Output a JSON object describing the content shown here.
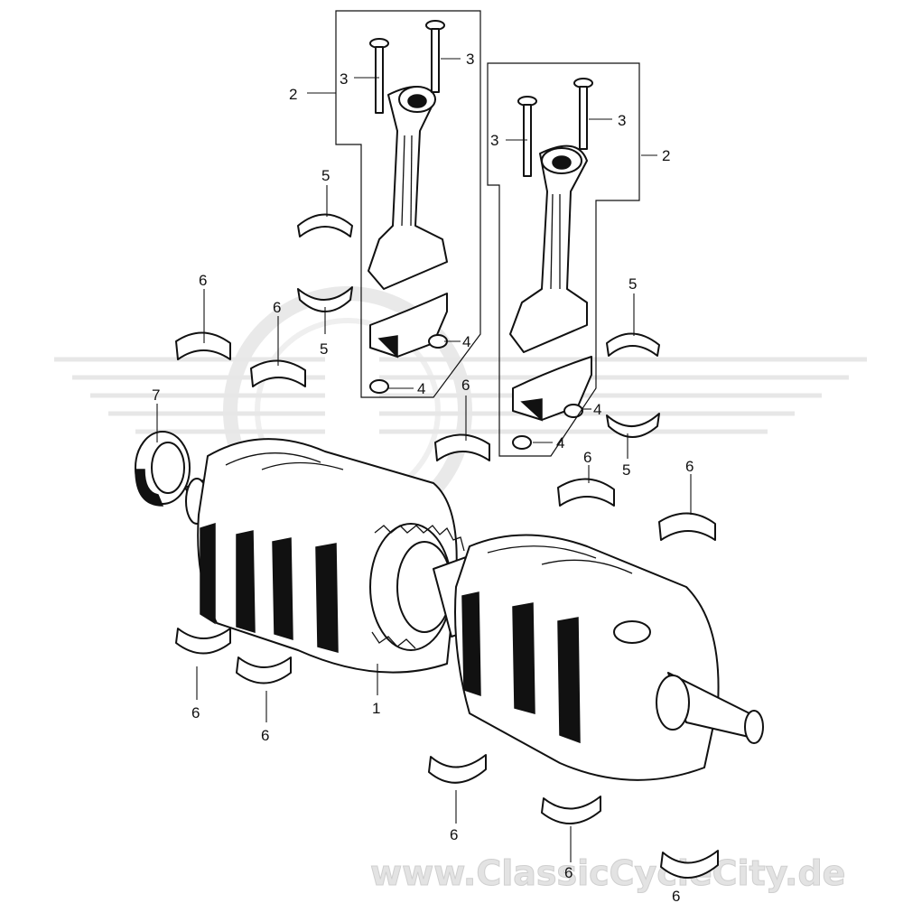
{
  "watermark": {
    "text": "www.ClassicCycleCity.de",
    "logo": "winged-wheel-logo"
  },
  "callouts": [
    {
      "id": "c1",
      "label": "1"
    },
    {
      "id": "c2a",
      "label": "2"
    },
    {
      "id": "c2b",
      "label": "2"
    },
    {
      "id": "c3a",
      "label": "3"
    },
    {
      "id": "c3b",
      "label": "3"
    },
    {
      "id": "c3c",
      "label": "3"
    },
    {
      "id": "c3d",
      "label": "3"
    },
    {
      "id": "c4a",
      "label": "4"
    },
    {
      "id": "c4b",
      "label": "4"
    },
    {
      "id": "c4c",
      "label": "4"
    },
    {
      "id": "c4d",
      "label": "4"
    },
    {
      "id": "c5a",
      "label": "5"
    },
    {
      "id": "c5b",
      "label": "5"
    },
    {
      "id": "c5c",
      "label": "5"
    },
    {
      "id": "c5d",
      "label": "5"
    },
    {
      "id": "c6a",
      "label": "6"
    },
    {
      "id": "c6b",
      "label": "6"
    },
    {
      "id": "c6c",
      "label": "6"
    },
    {
      "id": "c6d",
      "label": "6"
    },
    {
      "id": "c6e",
      "label": "6"
    },
    {
      "id": "c6f",
      "label": "6"
    },
    {
      "id": "c6g",
      "label": "6"
    },
    {
      "id": "c6h",
      "label": "6"
    },
    {
      "id": "c6i",
      "label": "6"
    },
    {
      "id": "c6j",
      "label": "6"
    },
    {
      "id": "c7",
      "label": "7"
    }
  ]
}
